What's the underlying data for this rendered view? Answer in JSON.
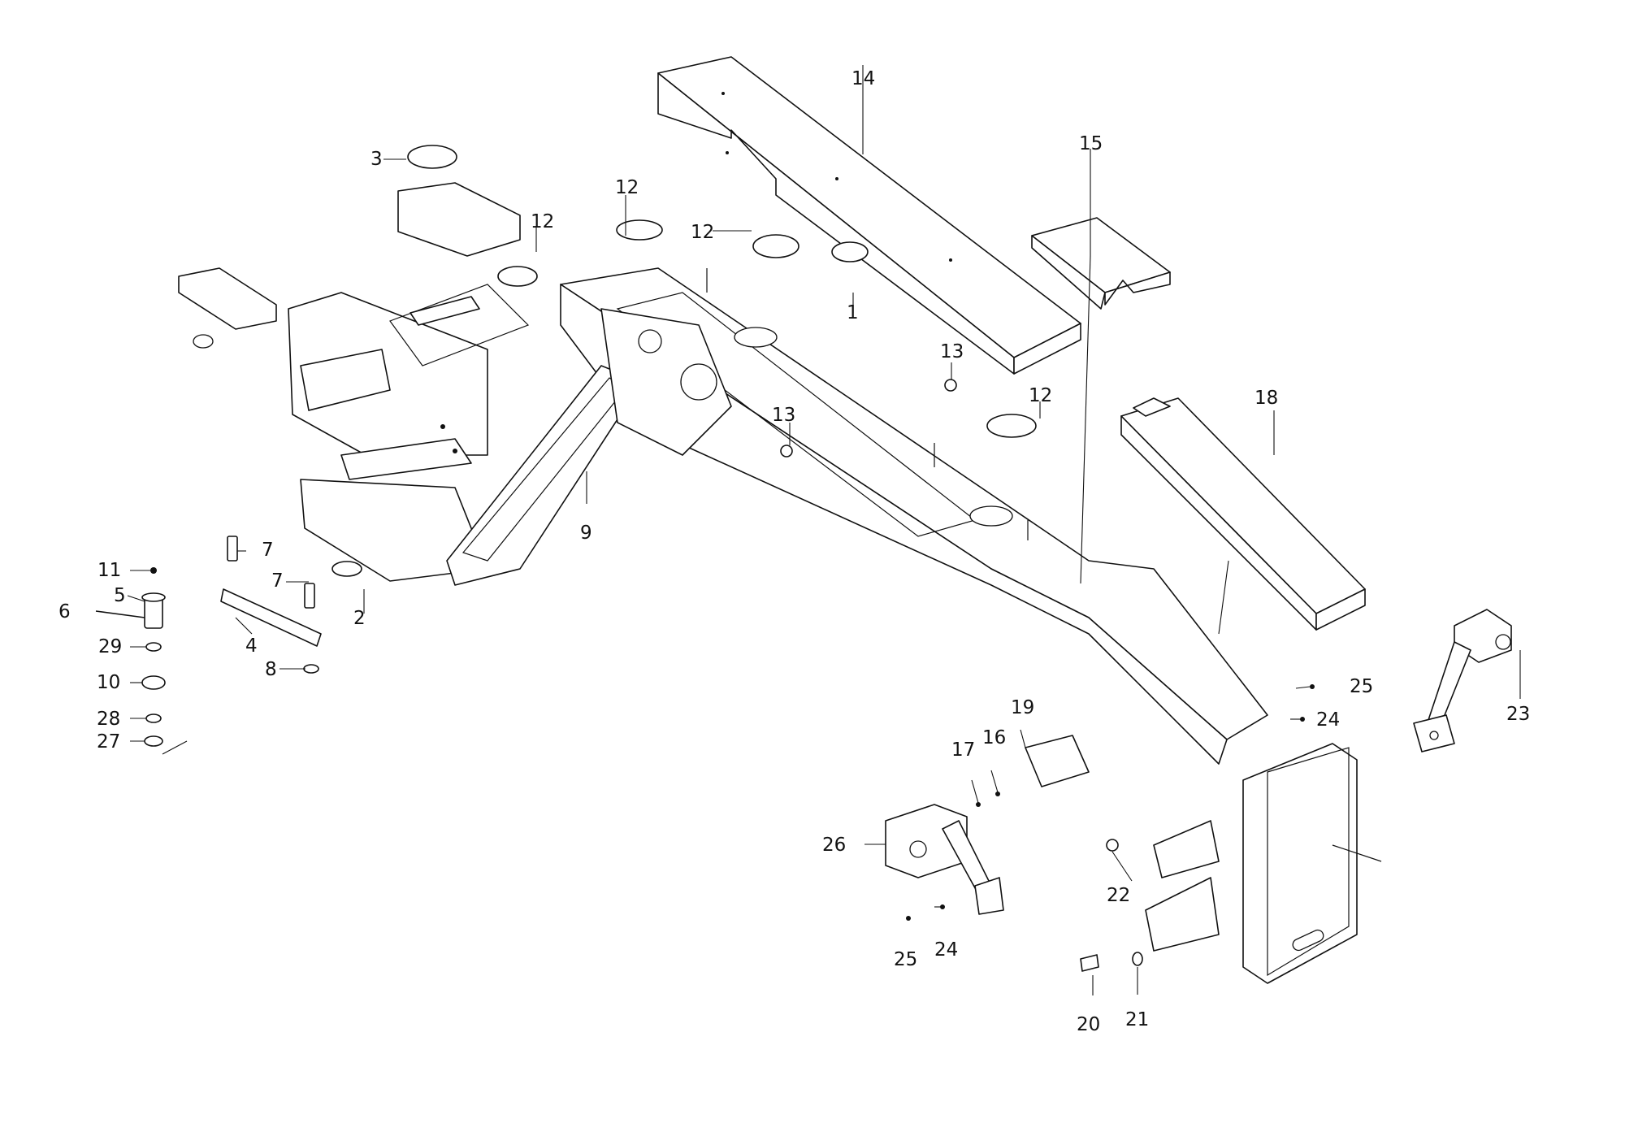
{
  "callouts": {
    "c1": "1",
    "c2": "2",
    "c3": "3",
    "c4": "4",
    "c5": "5",
    "c6": "6",
    "c7a": "7",
    "c7b": "7",
    "c8": "8",
    "c9": "9",
    "c10": "10",
    "c11": "11",
    "c12a": "12",
    "c12b": "12",
    "c12c": "12",
    "c12d": "12",
    "c13a": "13",
    "c13b": "13",
    "c14": "14",
    "c15": "15",
    "c16": "16",
    "c17": "17",
    "c18": "18",
    "c19": "19",
    "c20": "20",
    "c21": "21",
    "c22": "22",
    "c23": "23",
    "c24a": "24",
    "c24b": "24",
    "c25a": "25",
    "c25b": "25",
    "c26": "26",
    "c27": "27",
    "c28": "28",
    "c29": "29"
  }
}
